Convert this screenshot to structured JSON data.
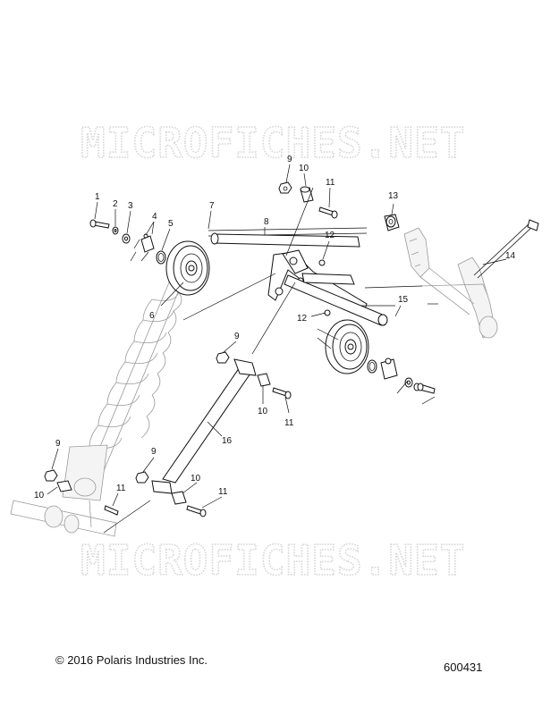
{
  "watermark": "MICROFICHES.NET",
  "copyright": "© 2016 Polaris Industries Inc.",
  "document_number": "600431",
  "callouts": [
    "1",
    "2",
    "3",
    "4",
    "5",
    "6",
    "7",
    "8",
    "9",
    "10",
    "11",
    "12",
    "13",
    "14",
    "15",
    "16"
  ]
}
